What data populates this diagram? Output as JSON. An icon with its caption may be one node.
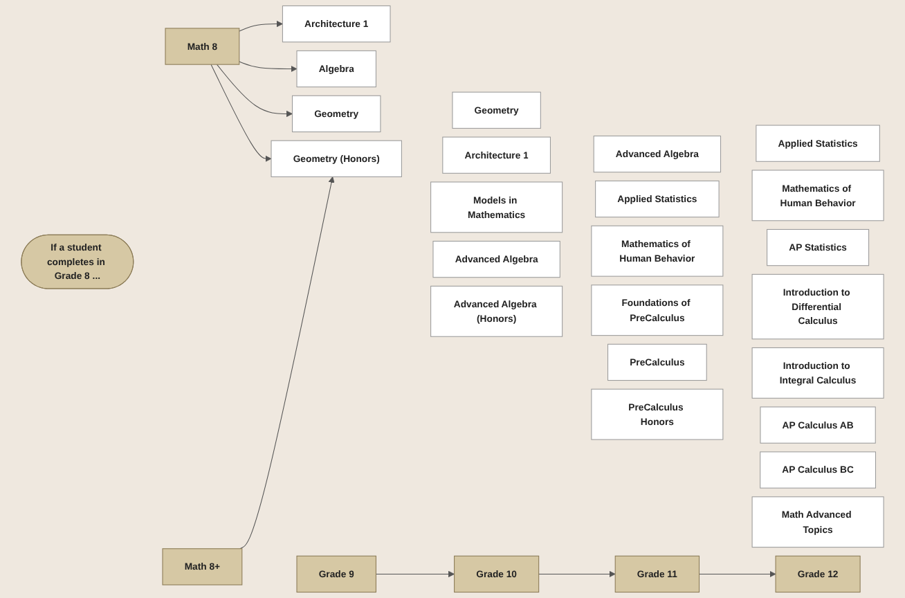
{
  "diagram": {
    "nodes": [
      {
        "text": [
          "If a student completes in Grade 8 ..."
        ]
      },
      {
        "text": [
          "Grade 9"
        ]
      },
      {
        "text": [
          "Grade 10"
        ]
      },
      {
        "text": [
          "Grade 11"
        ]
      },
      {
        "text": [
          "Grade 12"
        ]
      },
      {
        "text": [
          "Math 8"
        ]
      },
      {
        "text": [
          "Math 8+"
        ]
      },
      {
        "text": [
          "Architecture 1"
        ]
      },
      {
        "text": [
          "Algebra"
        ]
      },
      {
        "text": [
          "Geometry"
        ]
      },
      {
        "text": [
          "Geometry (Honors)"
        ]
      },
      {
        "text": [
          "Geometry"
        ]
      },
      {
        "text": [
          "Architecture 1"
        ]
      },
      {
        "text": [
          "Models in Mathematics"
        ]
      },
      {
        "text": [
          "Advanced Algebra"
        ]
      },
      {
        "text": [
          "Advanced Algebra (Honors)"
        ]
      },
      {
        "text": [
          "Advanced Algebra"
        ]
      },
      {
        "text": [
          "Applied Statistics"
        ]
      },
      {
        "text": [
          "Mathematics of Human Behavior"
        ]
      },
      {
        "text": [
          "Foundations of PreCalculus"
        ]
      },
      {
        "text": [
          "PreCalculus"
        ]
      },
      {
        "text": [
          "PreCalculus Honors"
        ]
      },
      {
        "text": [
          "Applied Statistics"
        ]
      },
      {
        "text": [
          "Mathematics of Human Behavior"
        ]
      },
      {
        "text": [
          "AP Statistics"
        ]
      },
      {
        "text": [
          "Introduction to Differential Calculus"
        ]
      },
      {
        "text": [
          "Introduction to Integral Calculus"
        ]
      },
      {
        "text": [
          "AP Calculus AB"
        ]
      },
      {
        "text": [
          "AP Calculus BC"
        ]
      },
      {
        "text": [
          "Math Advanced Topics"
        ]
      }
    ],
    "edges": [
      {
        "from": 1,
        "to": 2,
        "arrow": "to"
      },
      {
        "from": 2,
        "to": 3,
        "arrow": "to"
      },
      {
        "from": 3,
        "to": 4,
        "arrow": "to"
      },
      {
        "from": 5,
        "to": 7,
        "arrow": "to"
      },
      {
        "from": 5,
        "to": 8,
        "arrow": "to"
      },
      {
        "from": 5,
        "to": 9,
        "arrow": "to"
      },
      {
        "from": 5,
        "to": 10,
        "arrow": "to"
      },
      {
        "from": 6,
        "to": 10,
        "arrow": "to"
      }
    ]
  }
}
